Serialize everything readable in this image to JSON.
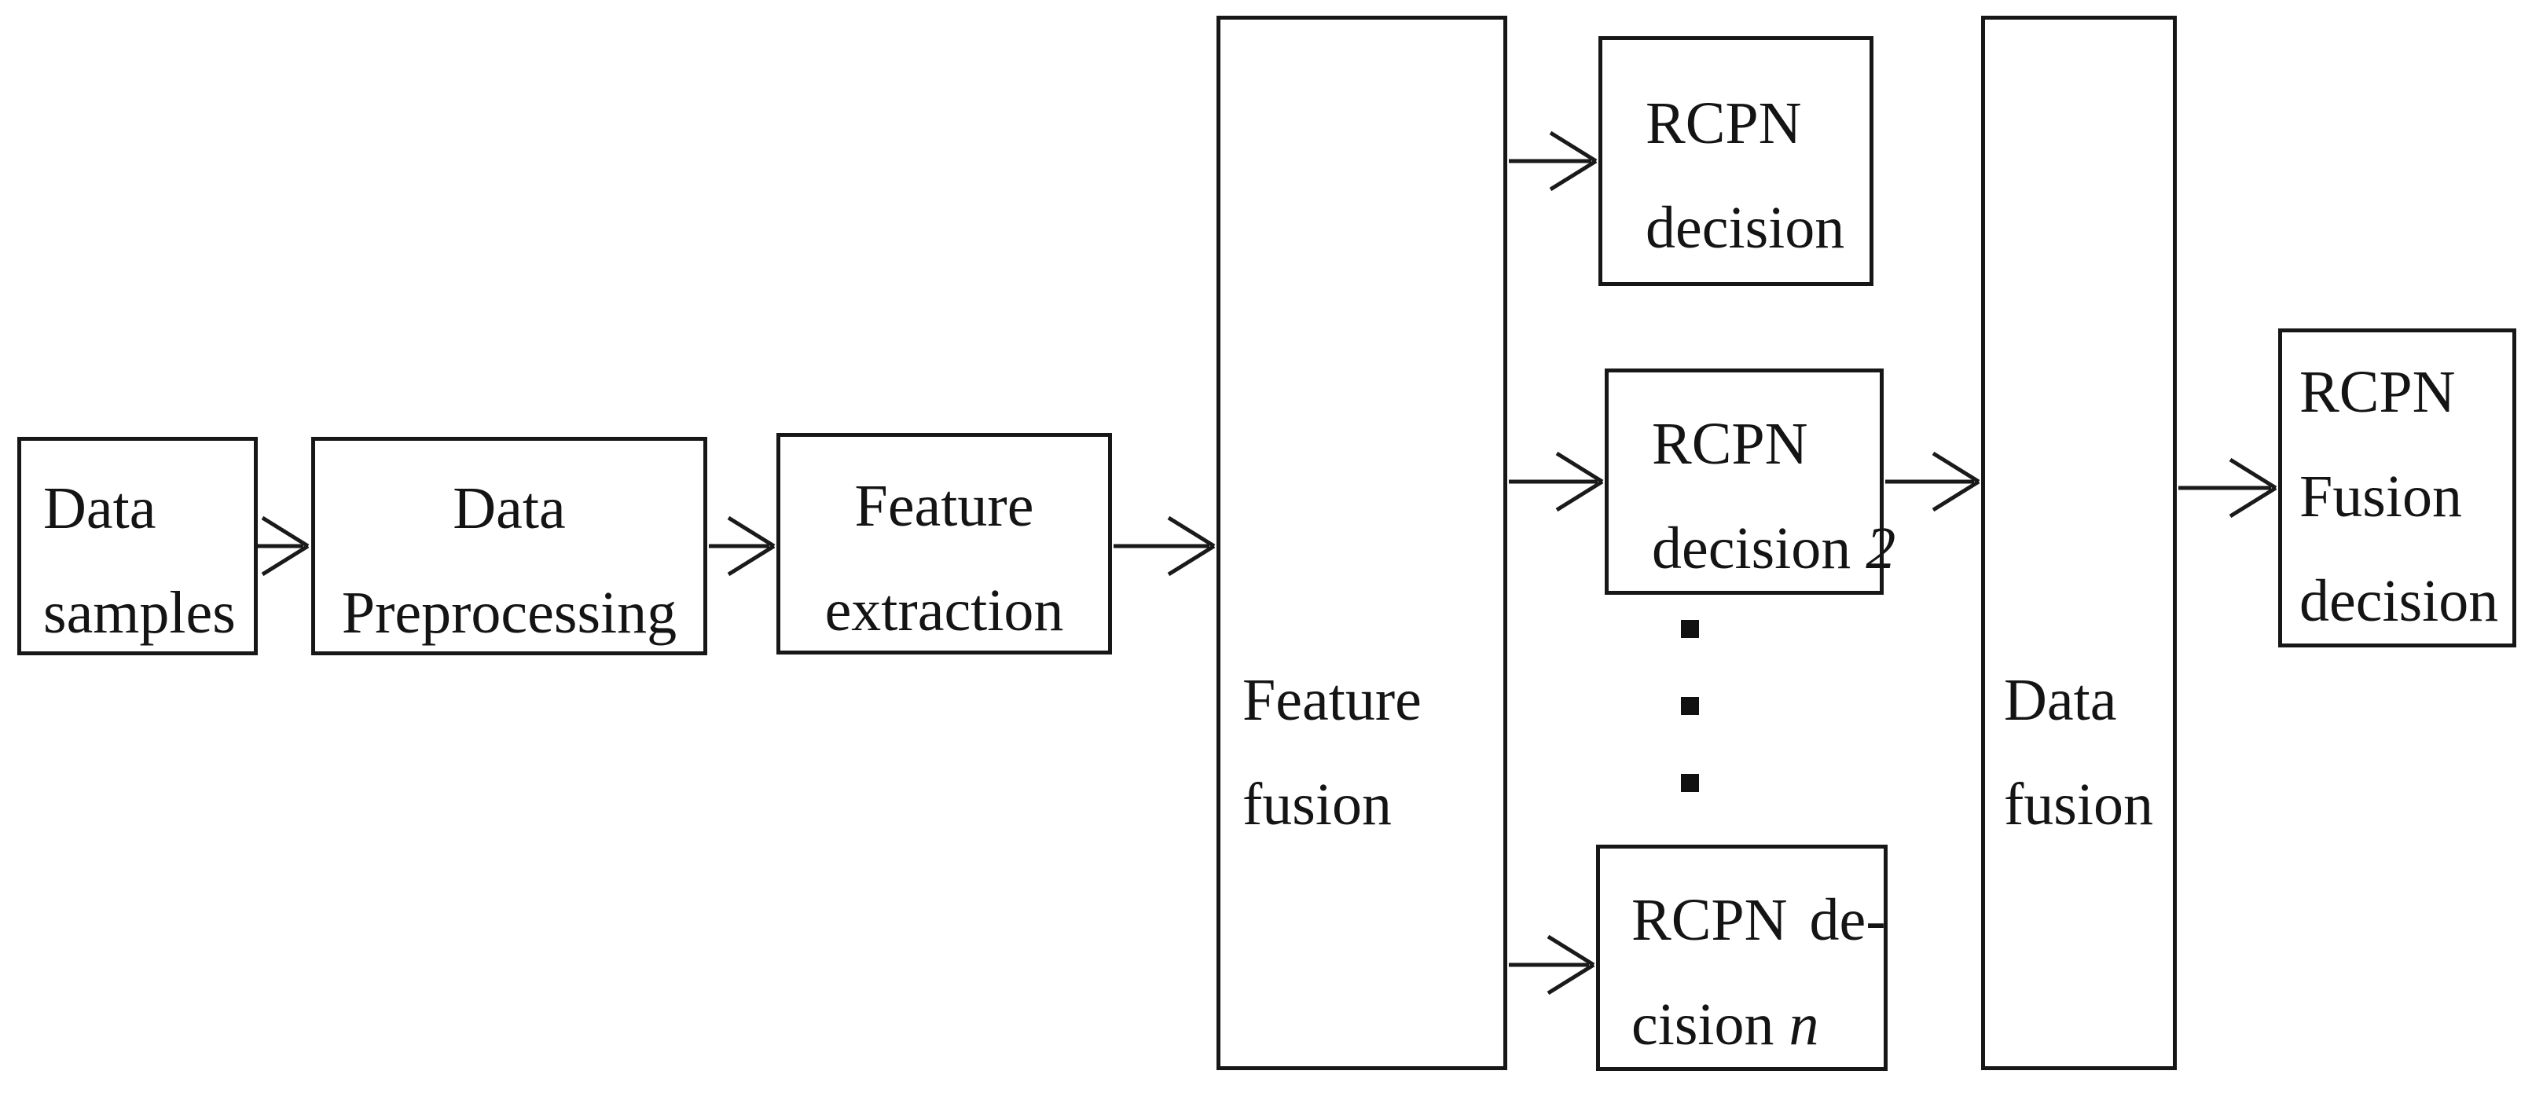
{
  "figure": {
    "type": "flowchart",
    "background": "#ffffff",
    "line_color": "#1a1a1a",
    "text_color": "#141414",
    "nodes": [
      {
        "id": "data-samples",
        "label": "Data samples",
        "lines": [
          "Data",
          "samples"
        ]
      },
      {
        "id": "data-preprocessing",
        "label": "Data Preprocessing",
        "lines": [
          "Data",
          "Preprocessing"
        ]
      },
      {
        "id": "feature-extraction",
        "label": "Feature extraction",
        "lines": [
          "Feature",
          "extraction"
        ]
      },
      {
        "id": "feature-fusion",
        "label": "Feature fusion",
        "lines": [
          "Feature",
          "fusion"
        ]
      },
      {
        "id": "rcpn-decision-1",
        "label": "RCPN decision",
        "lines": [
          "RCPN",
          "decision"
        ]
      },
      {
        "id": "rcpn-decision-2",
        "label": "RCPN decision 2",
        "line1": "RCPN",
        "line2_text": "decision",
        "line2_suffix": "2"
      },
      {
        "id": "rcpn-decision-n",
        "label": "RCPN decision n",
        "line1": "RCPN de-",
        "line2_text": "cision",
        "line2_suffix": "n"
      },
      {
        "id": "data-fusion",
        "label": "Data fusion",
        "lines": [
          "Data",
          "fusion"
        ]
      },
      {
        "id": "rcpn-fusion-decision",
        "label": "RCPN Fusion decision",
        "lines": [
          "RCPN",
          "Fusion",
          "decision"
        ]
      }
    ],
    "connections": [
      {
        "from": "Data samples",
        "to": "Data Preprocessing"
      },
      {
        "from": "Data Preprocessing",
        "to": "Feature extraction"
      },
      {
        "from": "Feature extraction",
        "to": "Feature fusion"
      },
      {
        "from": "Feature fusion",
        "to": "RCPN decision"
      },
      {
        "from": "Feature fusion",
        "to": "RCPN decision 2"
      },
      {
        "from": "Feature fusion",
        "to": "RCPN decision n"
      },
      {
        "from": "RCPN decision 2",
        "to": "Data fusion"
      },
      {
        "from": "Data fusion",
        "to": "RCPN Fusion decision"
      }
    ],
    "ellipsis_dot_count": 3
  }
}
